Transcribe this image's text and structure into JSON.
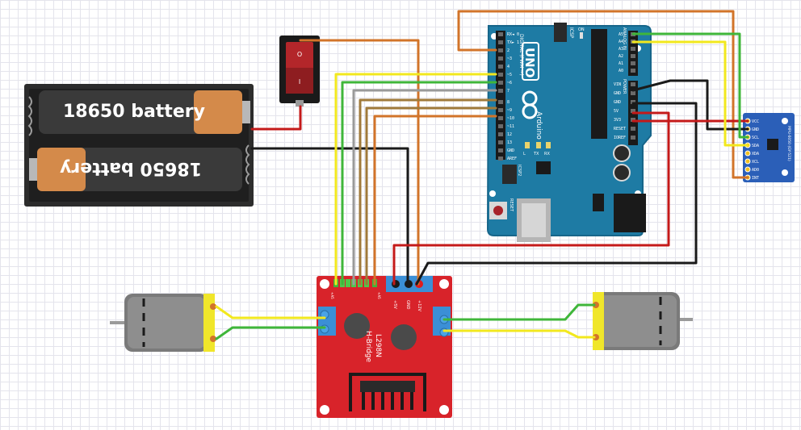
{
  "battery": {
    "cell_top_label": "18650 battery",
    "cell_bottom_label": "18650 battery"
  },
  "switch": {
    "on_mark": "I",
    "off_mark": "O"
  },
  "arduino": {
    "model": "UNO",
    "brand": "Arduino",
    "on_led": "ON",
    "icsp_top": "ICSP",
    "icsp_bottom": "ICSP2",
    "reset_label": "RESET",
    "digital_header": "DIGITAL (PWM ~)",
    "analog_header": "ANALOG IN",
    "power_header": "POWER",
    "led_l": "L",
    "led_tx": "TX",
    "led_rx": "RX",
    "digital_pins": [
      "RX◄ 0",
      "TX► 1",
      "2",
      "~3",
      "4",
      "~5",
      "~6",
      "7",
      "8",
      "~9",
      "~10",
      "~11",
      "12",
      "13",
      "GND",
      "AREF"
    ],
    "analog_pins": [
      "A5",
      "A4",
      "A3",
      "A2",
      "A1",
      "A0"
    ],
    "power_pins": [
      "VIN",
      "GND",
      "GND",
      "5V",
      "3V3",
      "RESET",
      "IOREF"
    ]
  },
  "imu": {
    "name": "MPU-6050 (GY-521)",
    "pins": [
      "VCC",
      "GND",
      "SCL",
      "SDA",
      "XDA",
      "XCL",
      "AD0",
      "INT"
    ]
  },
  "hbridge": {
    "chip": "L298N",
    "name": "H-Bridge",
    "pin_5v": "+5V",
    "pin_gnd": "GND",
    "pin_12v": "+12V",
    "en_a": "+A5",
    "en_b": "+A5"
  },
  "colors": {
    "grid": "#e4e4ec",
    "arduino_board": "#1e7ba4",
    "hbridge_board": "#d8232a",
    "wire_red": "#c41a1a",
    "wire_black": "#1a1a1a",
    "wire_orange": "#d2742a",
    "wire_yellow": "#f2e81e",
    "wire_green": "#3fb63a",
    "wire_gray": "#9a9a9a",
    "wire_brown": "#a07a3a",
    "battery_cell": "#d48a4a"
  }
}
